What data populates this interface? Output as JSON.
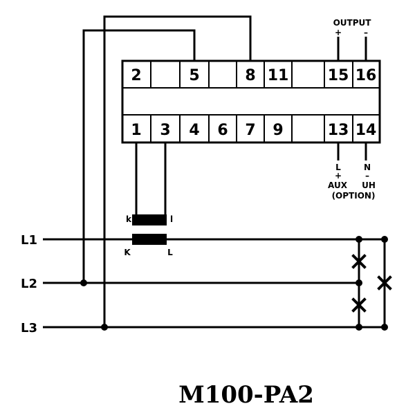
{
  "terminals": {
    "top": [
      "2",
      "",
      "5",
      "",
      "8",
      "11",
      "",
      "15",
      "16"
    ],
    "bottom": [
      "1",
      "3",
      "4",
      "6",
      "7",
      "9",
      "",
      "13",
      "14"
    ]
  },
  "output": {
    "label": "OUTPUT",
    "plus": "+",
    "minus": "–"
  },
  "aux": {
    "left_top": "L",
    "left_sign": "+",
    "left_label": "AUX",
    "right_top": "N",
    "right_sign": "–",
    "right_label": "UH",
    "option": "(OPTION)"
  },
  "ct": {
    "k": "k",
    "l": "l",
    "K": "K",
    "L": "L"
  },
  "phases": [
    "L1",
    "L2",
    "L3"
  ],
  "model": "M100-PA2"
}
